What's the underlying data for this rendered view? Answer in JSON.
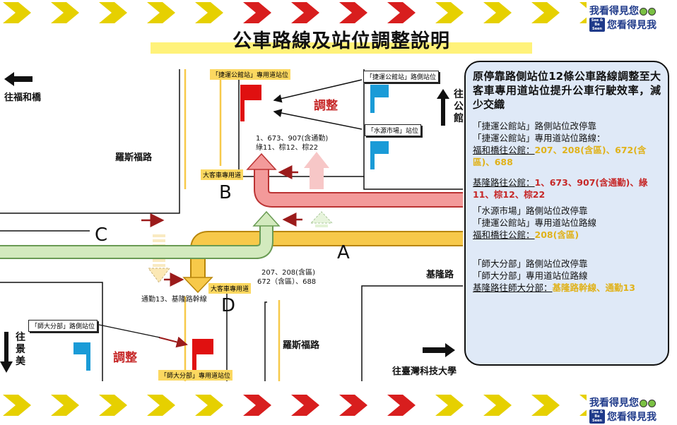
{
  "title": "公車路線及站位調整說明",
  "brand": {
    "line1": "我看得見您",
    "badge": "See & Be Seen",
    "line2": "您看得見我"
  },
  "colors": {
    "stripe_yellow": "#e6d000",
    "stripe_red": "#d81e1e",
    "route_red": "#f08a8a",
    "route_yellow": "#f7c94a",
    "route_green": "#cfe8b8",
    "panel_bg": "#dfe9f7",
    "flag_red": "#e01010",
    "flag_blue": "#1a9bd7"
  },
  "map": {
    "to_fuhe_bridge": "往福和橋",
    "to_gongguan": "往公館",
    "to_jingmei": "往景美",
    "to_ntust": "往臺灣科技大學",
    "roosevelt_rd_upper": "羅斯福路",
    "roosevelt_rd_lower": "羅斯福路",
    "keelung_rd": "基隆路",
    "point_a": "A",
    "point_b": "B",
    "point_c": "C",
    "point_d": "D",
    "adjust_upper": "調整",
    "adjust_lower": "調整",
    "stop_gongguan_bus_lane": "「捷運公館站」專用道站位",
    "stop_gongguan_roadside": "「捷運公館站」路側站位",
    "stop_shuiyuan_market": "「水源市場」站位",
    "stop_shida_roadside": "「師大分部」路側站位",
    "stop_shida_bus_lane": "「師大分部」專用道站位",
    "bus_lane_upper": "大客車專用道",
    "bus_lane_lower": "大客車專用道",
    "routes_red_line1": "1、673、907(含通勤)",
    "routes_red_line2": "綠11、棕12、棕22",
    "routes_yellow_line1": "207、208(含區)",
    "routes_yellow_line2": "672（含區）、688",
    "routes_green": "通勤13、基隆路幹線"
  },
  "panel": {
    "header": "原停靠路側站位12條公車路線調整至大客車專用道站位提升公車行駛效率，減少交織",
    "s1_line1": "「捷運公館站」路側站位改停靠",
    "s1_line2": "「捷運公館站」專用道站位路線：",
    "s1_dir": "福和橋往公館：",
    "s1_routes": "207、208(含區)、672(含區)、688",
    "s2_dir": "基隆路往公館：",
    "s2_routes": "1、673、907(含通勤)、綠11、棕12、棕22",
    "s3_line1": "「水源市場」路側站位改停靠",
    "s3_line2": "「捷運公館站」專用道站位路線",
    "s3_dir": "福和橋往公館：",
    "s3_routes": "208(含區)",
    "s4_line1": "「師大分部」路側站位改停靠",
    "s4_line2": "「師大分部」專用道站位路線",
    "s4_dir": "基隆路往師大分部：",
    "s4_routes": "基隆路幹線、通勤13"
  }
}
